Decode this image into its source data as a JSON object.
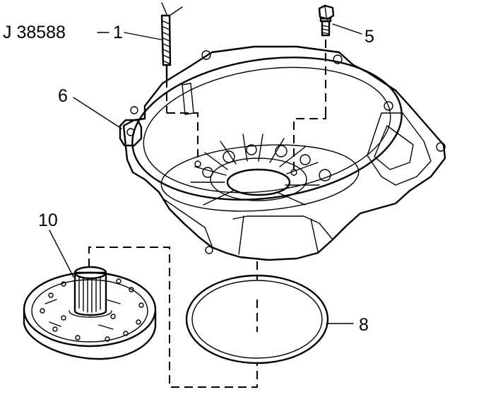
{
  "callouts": {
    "tool": "J 38588",
    "tool_item": "1",
    "bolt": "5",
    "housing": "6",
    "seal_ring": "8",
    "pump": "10"
  }
}
